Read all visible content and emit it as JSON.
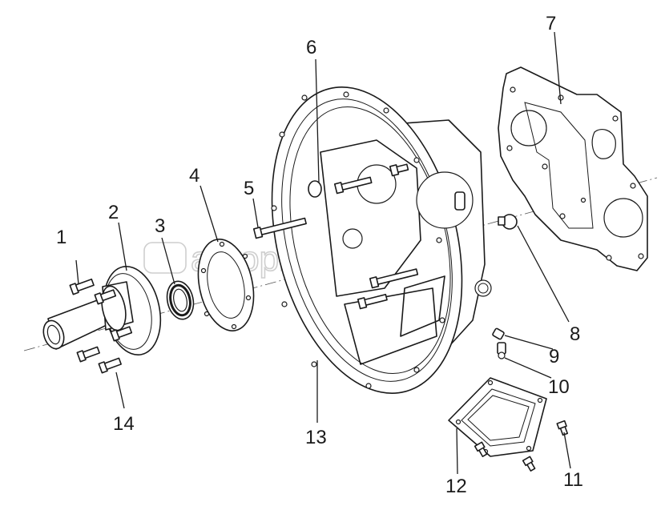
{
  "callouts": [
    {
      "id": "1",
      "text": "1"
    },
    {
      "id": "2",
      "text": "2"
    },
    {
      "id": "3",
      "text": "3"
    },
    {
      "id": "4",
      "text": "4"
    },
    {
      "id": "5",
      "text": "5"
    },
    {
      "id": "6",
      "text": "6"
    },
    {
      "id": "7",
      "text": "7"
    },
    {
      "id": "8",
      "text": "8"
    },
    {
      "id": "9",
      "text": "9"
    },
    {
      "id": "10",
      "text": "10"
    },
    {
      "id": "11",
      "text": "11"
    },
    {
      "id": "12",
      "text": "12"
    },
    {
      "id": "13",
      "text": "13"
    },
    {
      "id": "14",
      "text": "14"
    }
  ],
  "watermark": "autopiter.ru"
}
